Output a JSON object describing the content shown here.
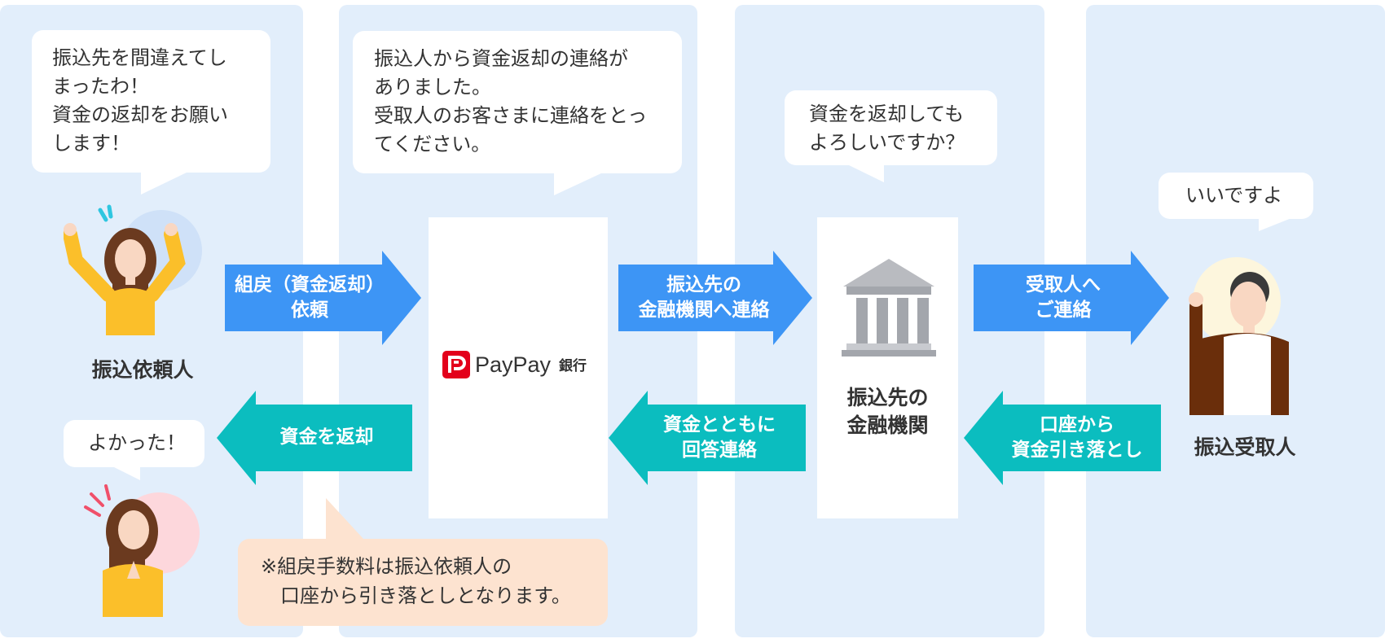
{
  "bubbles": {
    "sender_request": [
      "振込先を間違えてし",
      "まったわ！",
      "資金の返却をお願い",
      "します！"
    ],
    "bank_notice": [
      "振込人から資金返却の連絡が",
      "ありました。",
      "受取人のお客さまに連絡をとっ",
      "てください。"
    ],
    "receiver_bank_question": [
      "資金を返却しても",
      "よろしいですか？"
    ],
    "receiver_answer": "いいですよ",
    "sender_relief": "よかった！"
  },
  "arrows": {
    "request_return": [
      "組戻（資金返却）",
      "依頼"
    ],
    "contact_receiver_bank": [
      "振込先の",
      "金融機関へ連絡"
    ],
    "contact_receiver": [
      "受取人へ",
      "ご連絡"
    ],
    "return_funds": "資金を返却",
    "reply_with_funds": [
      "資金とともに",
      "回答連絡"
    ],
    "debit_account": [
      "口座から",
      "資金引き落とし"
    ]
  },
  "labels": {
    "sender": "振込依頼人",
    "receiver_bank": [
      "振込先の",
      "金融機関"
    ],
    "receiver": "振込受取人"
  },
  "logo": {
    "brand": "PayPay",
    "suffix": "銀行"
  },
  "note": [
    "※組戻手数料は振込依頼人の",
    "　口座から引き落としとなります。"
  ],
  "colors": {
    "lane_bg": "#e2eefb",
    "arrow_blue": "#3d95f5",
    "arrow_teal": "#0bbdbf",
    "note_bg": "#fde3d0",
    "paypay_red": "#e3001b"
  }
}
